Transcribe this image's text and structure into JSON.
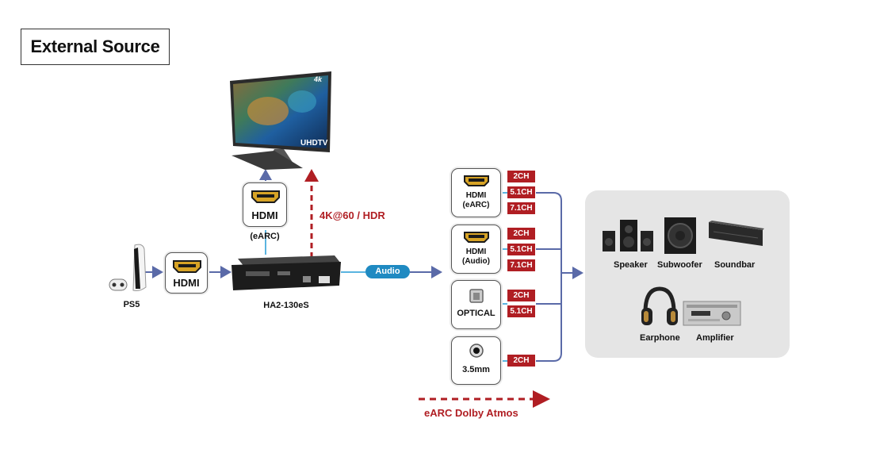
{
  "title": "External Source",
  "sources": {
    "ps5_label": "PS5",
    "hdmi_label": "HDMI"
  },
  "device": {
    "name": "HA2-130eS",
    "audio_label": "Audio"
  },
  "tv": {
    "brand_badge": "4k",
    "screen_text": "UHDTV",
    "hdmi_label": "HDMI",
    "earc_label": "(eARC)",
    "video_label": "4K@60 / HDR"
  },
  "outputs": [
    {
      "name_line1": "HDMI",
      "name_line2": "(eARC)",
      "channels": [
        "2CH",
        "5.1CH",
        "7.1CH"
      ]
    },
    {
      "name_line1": "HDMI",
      "name_line2": "(Audio)",
      "channels": [
        "2CH",
        "5.1CH",
        "7.1CH"
      ]
    },
    {
      "name_line1": "OPTICAL",
      "name_line2": "",
      "channels": [
        "2CH",
        "5.1CH"
      ]
    },
    {
      "name_line1": "3.5mm",
      "name_line2": "",
      "channels": [
        "2CH"
      ]
    }
  ],
  "speakers": [
    "Speaker",
    "Subwoofer",
    "Soundbar",
    "Earphone",
    "Amplifier"
  ],
  "legend": {
    "label": "eARC Dolby Atmos"
  },
  "colors": {
    "line_blue": "#5a6aa8",
    "line_cyan": "#5ab4e0",
    "accent_red": "#b01e23",
    "audio_pill": "#1f8ac2",
    "panel_bg": "#e5e5e5"
  }
}
